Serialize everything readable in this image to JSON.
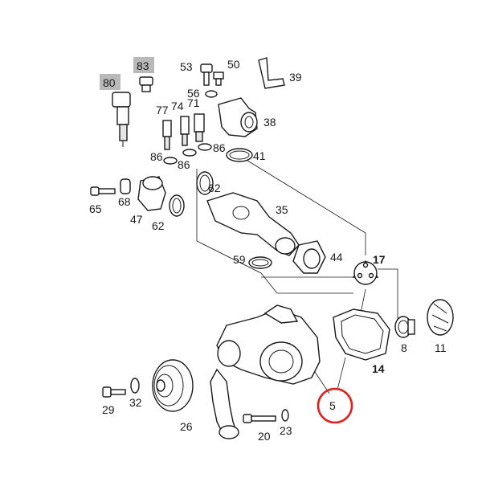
{
  "labels": {
    "p80": "80",
    "p83": "83",
    "p53": "53",
    "p50": "50",
    "p39": "39",
    "p56": "56",
    "p77": "77",
    "p74": "74",
    "p71": "71",
    "p38": "38",
    "p86a": "86",
    "p86b": "86",
    "p86c": "86",
    "p41": "41",
    "p65": "65",
    "p68": "68",
    "p62a": "62",
    "p47": "47",
    "p62b": "62",
    "p35": "35",
    "p59": "59",
    "p44": "44",
    "p17": "17",
    "p8": "8",
    "p11": "11",
    "p14": "14",
    "p5": "5",
    "p29": "29",
    "p32": "32",
    "p26": "26",
    "p20": "20",
    "p23": "23"
  },
  "highlight": {
    "part": "5",
    "color": "#e0201c"
  },
  "label_box_color": "#b9b9b9"
}
